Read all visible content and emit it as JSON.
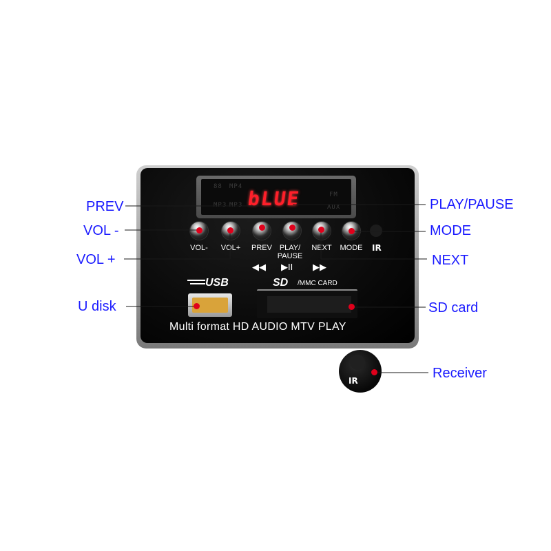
{
  "display": {
    "led_text": "bLUE",
    "ghost_top_left": "88",
    "ghost_top_mid": "MP4",
    "ghost_top_right": "FM",
    "ghost_bot_left": "MP3",
    "ghost_bot_mid": "MP3",
    "ghost_bot_right": "AUX",
    "led_color": "#ff1f2a"
  },
  "buttons": [
    {
      "label": "VOL-"
    },
    {
      "label": "VOL+"
    },
    {
      "label": "PREV"
    },
    {
      "label": "PLAY/ PAUSE"
    },
    {
      "label": "NEXT"
    },
    {
      "label": "MODE"
    }
  ],
  "ir_logo": "IR",
  "transport": {
    "prev": "◀◀",
    "play_pause": "▶II",
    "next": "▶▶"
  },
  "usb_logo": "USB",
  "sd_logo": "SD",
  "sd_text": "/MMC CARD",
  "board_text": "Multi format  HD AUDIO  MTV PLAY",
  "callouts": {
    "prev": "PREV",
    "vol_minus": "VOL -",
    "vol_plus": "VOL +",
    "u_disk": "U disk",
    "play_pause": "PLAY/PAUSE",
    "mode": "MODE",
    "next": "NEXT",
    "sd_card": "SD card",
    "receiver": "Receiver"
  },
  "colors": {
    "callout_text": "#1a1aff",
    "callout_dot": "#e0001b",
    "board": "#0a0a0a"
  }
}
